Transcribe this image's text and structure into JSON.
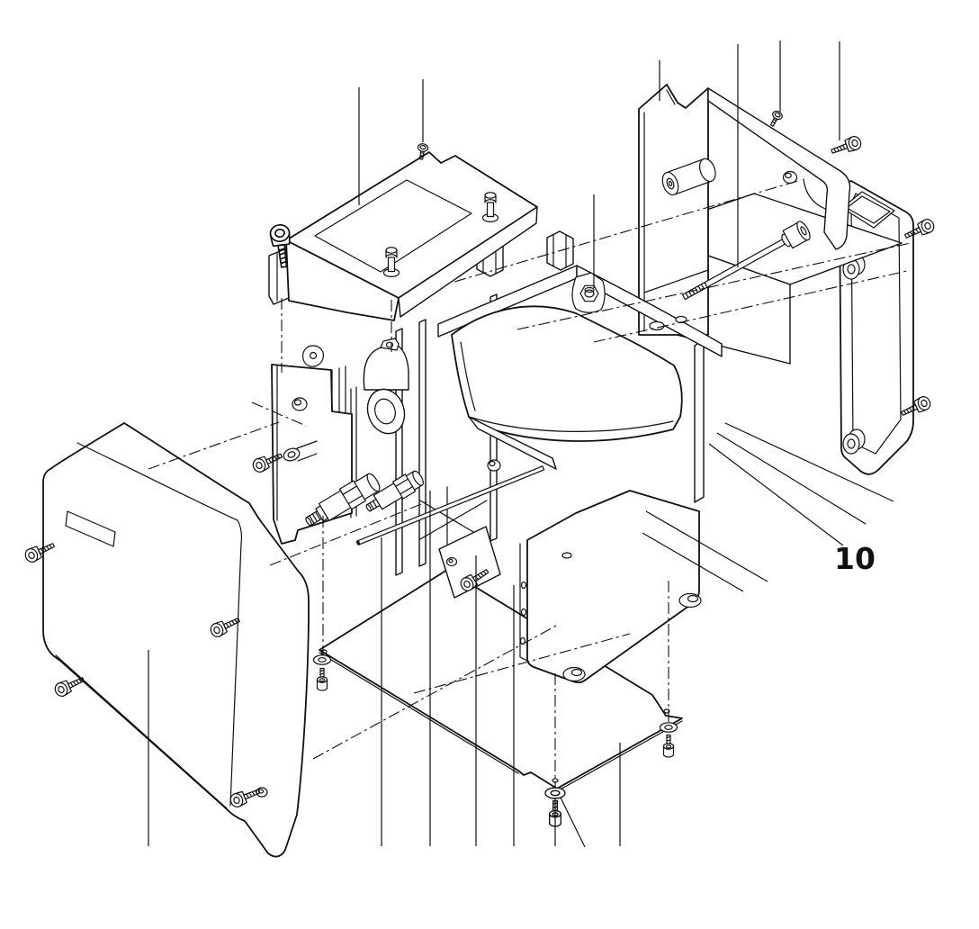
{
  "diagram": {
    "type": "exploded-view",
    "style": "isometric technical line illustration, black line art on white",
    "background_color": "#ffffff",
    "line_color": "#111111",
    "callout": {
      "label": "10"
    },
    "parts": [
      {
        "name": "top-cover-plate",
        "description": "sloped top cover with rectangular label recess, two inserted screws and two floating screws"
      },
      {
        "name": "rear-bracket",
        "description": "notched rear plate with curved handle rail, spacer boss, inner box and long threaded clamp bolt"
      },
      {
        "name": "rear-case",
        "description": "rear outer case shell with corner bosses, top slot and two side cap screws"
      },
      {
        "name": "main-chassis",
        "description": "central chassis with curved feed guide, flanged lock nut, grommet ring, bell housing, two knurled rollers, thin shaft and counterbored bottom flange"
      },
      {
        "name": "front-cover",
        "description": "large rounded front cover with label recess and four angled cap screws"
      },
      {
        "name": "base-plate",
        "description": "thin flat base plate with three washers and three cap screws from below"
      }
    ],
    "leader_lines": {
      "top_edge_count": 7,
      "bottom_edge_count": 8,
      "callout_fan_count": 5
    }
  }
}
